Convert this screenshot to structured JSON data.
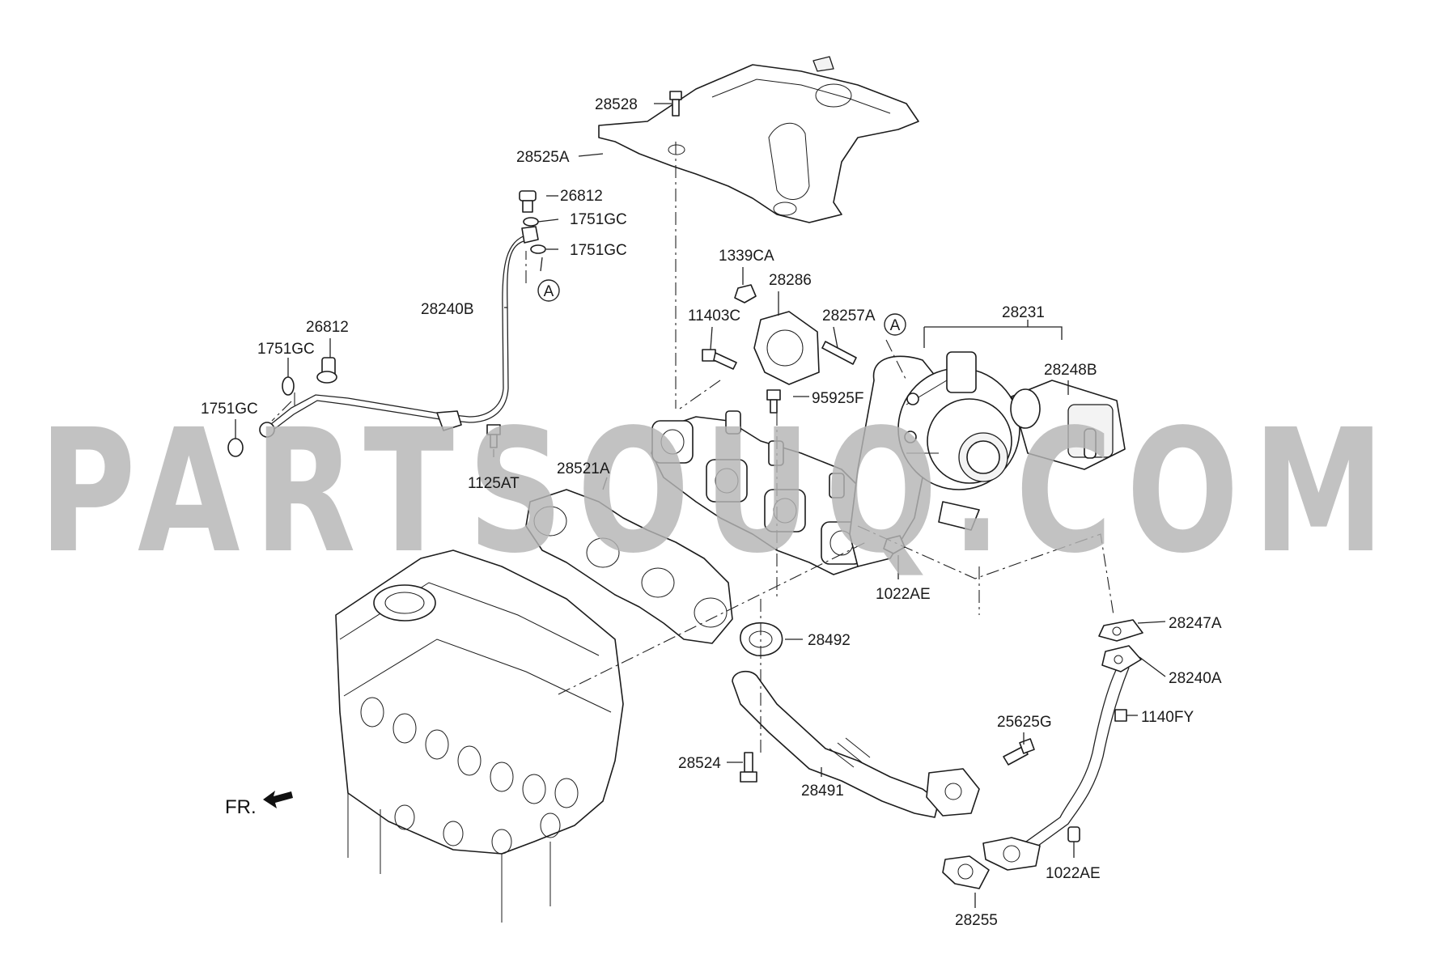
{
  "watermark": "PARTSOUQ.COM",
  "labels": {
    "p28528": "28528",
    "p28525A": "28525A",
    "p26812_top": "26812",
    "p1751GC_a": "1751GC",
    "p1751GC_b": "1751GC",
    "p28240B": "28240B",
    "p26812_left": "26812",
    "p1751GC_c": "1751GC",
    "p1751GC_d": "1751GC",
    "p1125AT": "1125AT",
    "p28521A": "28521A",
    "p1339CA": "1339CA",
    "p28286": "28286",
    "p11403C": "11403C",
    "p28257A": "28257A",
    "p95925F": "95925F",
    "p28231": "28231",
    "p28248B": "28248B",
    "p1022AE_mid": "1022AE",
    "p28247A": "28247A",
    "p28240A": "28240A",
    "p1140FY": "1140FY",
    "p25625G": "25625G",
    "p28492": "28492",
    "p28524": "28524",
    "p28491": "28491",
    "p1022AE_low": "1022AE",
    "p28255": "28255"
  },
  "callouts": {
    "a_top": "A",
    "a_turbo": "A"
  },
  "front_marker": "FR."
}
